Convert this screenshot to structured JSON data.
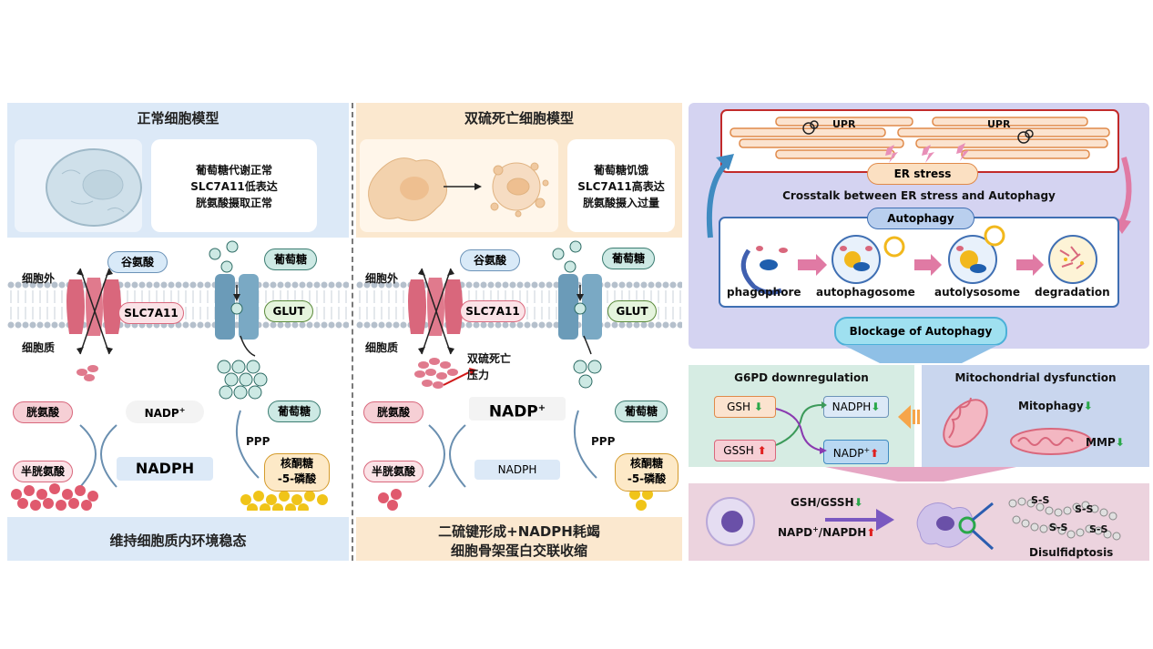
{
  "left": {
    "title": "正常细胞模型",
    "desc": [
      "葡萄糖代谢正常",
      "SLC7A11低表达",
      "胱氨酸摄取正常"
    ],
    "extracellular": "细胞外",
    "cytoplasm": "细胞质",
    "glutamate": "谷氨酸",
    "glucose_top": "葡萄糖",
    "slc7a11": "SLC7A11",
    "glut": "GLUT",
    "cystine": "胱氨酸",
    "nadp_plus": "NADP",
    "nadph": "NADPH",
    "glucose_mid": "葡萄糖",
    "ppp": "PPP",
    "ribose": [
      "核酮糖",
      "-5-磷酸"
    ],
    "cysteine": "半胱氨酸",
    "footer": "维持细胞质内环境稳态"
  },
  "middle": {
    "title": "双硫死亡细胞模型",
    "desc": [
      "葡萄糖饥饿",
      "SLC7A11高表达",
      "胱氨酸摄入过量"
    ],
    "extracellular": "细胞外",
    "cytoplasm": "细胞质",
    "glutamate": "谷氨酸",
    "glucose_top": "葡萄糖",
    "slc7a11": "SLC7A11",
    "glut": "GLUT",
    "stress": [
      "双硫死亡",
      "压力"
    ],
    "cystine": "胱氨酸",
    "nadp_plus": "NADP",
    "nadph": "NADPH",
    "glucose_mid": "葡萄糖",
    "ppp": "PPP",
    "ribose": [
      "核酮糖",
      "-5-磷酸"
    ],
    "cysteine": "半胱氨酸",
    "footer": [
      "二硫键形成+NADPH耗竭",
      "细胞骨架蛋白交联收缩"
    ]
  },
  "right": {
    "upr": "UPR",
    "er_stress": "ER stress",
    "crosstalk": "Crosstalk between ER stress and Autophagy",
    "autophagy": "Autophagy",
    "stages": [
      "phagophore",
      "autophagosome",
      "autolysosome",
      "degradation"
    ],
    "blockage": "Blockage of Autophagy",
    "g6pd_title": "G6PD downregulation",
    "gsh": "GSH",
    "gssh": "GSSH",
    "nadph": "NADPH",
    "nadp": "NADP",
    "mito_title": "Mitochondrial dysfunction",
    "mitophagy": "Mitophagy",
    "mmp": "MMP",
    "gsh_gssh": "GSH/GSSH",
    "napd_ratio": "NAPD",
    "napdh": "/NAPDH",
    "ss": "S-S",
    "disulfidptosis": "Disulfidptosis"
  },
  "colors": {
    "left_header_bg": "#dce9f7",
    "mid_header_bg": "#fbe8cf",
    "right_top_bg": "#d4d3f1",
    "g6pd_bg": "#d6ece3",
    "mito_bg": "#c9d6ee",
    "bottom_bg": "#ecd3de",
    "slc_red": "#d9677c",
    "glut_blue": "#6b9bb8",
    "arrow_up_red": "#e02020",
    "arrow_down_green": "#2aa84a"
  }
}
